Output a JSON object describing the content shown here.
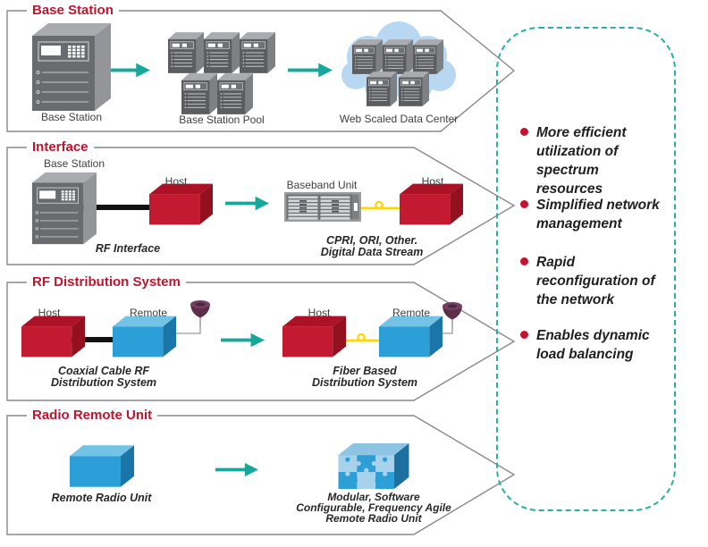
{
  "bands": [
    {
      "title": "Base Station",
      "labels": [
        "Base Station",
        "Base Station Pool",
        "Web Scaled Data Center"
      ]
    },
    {
      "title": "Interface",
      "labels": {
        "base_station": "Base Station",
        "host_left": "Host",
        "baseband_unit": "Baseband Unit",
        "host_right": "Host"
      },
      "captions": {
        "rf_interface": "RF Interface",
        "digital": [
          "CPRI, ORI, Other.",
          "Digital Data Stream"
        ]
      }
    },
    {
      "title": "RF Distribution System",
      "labels": {
        "host_left": "Host",
        "remote_left": "Remote",
        "host_right": "Host",
        "remote_right": "Remote"
      },
      "captions": {
        "coaxial": [
          "Coaxial Cable RF",
          "Distribution System"
        ],
        "fiber": [
          "Fiber Based",
          "Distribution System"
        ]
      }
    },
    {
      "title": "Radio Remote Unit",
      "captions": {
        "rru": "Remote Radio Unit",
        "modular": [
          "Modular, Software",
          "Configurable, Frequency Agile",
          "Remote Radio Unit"
        ]
      }
    }
  ],
  "benefits": [
    "More efficient utilization of spectrum resources",
    "Simplified network management",
    "Rapid reconfiguration of the network",
    "Enables dynamic load balancing"
  ],
  "icons": {
    "server_cabinet": "server-cabinet-icon",
    "server_small": "server-icon",
    "cloud": "cloud-icon",
    "host_box": "red-box-icon",
    "remote_box": "blue-box-icon",
    "baseband_unit": "equipment-rack-icon",
    "antenna": "antenna-icon",
    "modular_box": "puzzle-box-icon",
    "arrow": "arrow-right-icon"
  },
  "colors": {
    "accent_red": "#c0142f",
    "bullet_red": "#c3132e",
    "teal_arrow": "#18a79b",
    "teal_dash": "#27b0a5",
    "box_red": "#c41a31",
    "box_blue": "#2c9fd8",
    "cloud_blue": "#b7d8f0",
    "cable_yellow": "#ffd600",
    "outline_gray": "#87898c"
  }
}
